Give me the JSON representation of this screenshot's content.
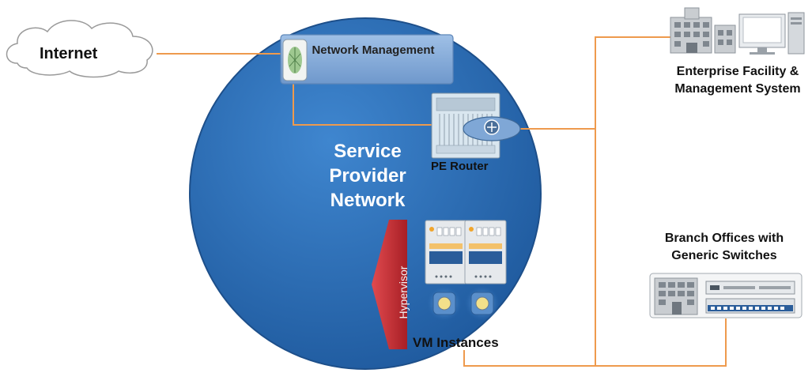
{
  "labels": {
    "internet": "Internet",
    "network_management": "Network Management",
    "service_provider_network": "Service Provider Network",
    "pe_router": "PE Router",
    "hypervisor": "Hypervisor",
    "vm_instances": "VM Instances",
    "enterprise_facility": "Enterprise Facility & Management System",
    "branch_offices": "Branch Offices with Generic Switches"
  },
  "colors": {
    "network_circle": "#2f6fb7",
    "network_circle_edge": "#1d4f8a",
    "connection_line": "#ee9a4d",
    "hypervisor_banner": "#c0272d",
    "nm_box": "#7fa7d6"
  },
  "icons": {
    "cloud": "cloud-icon",
    "nm_device": "network-management-device-icon",
    "router": "router-icon",
    "vm_servers": "vm-server-icon",
    "building": "building-icon",
    "computer": "computer-icon",
    "switch": "network-switch-icon"
  }
}
